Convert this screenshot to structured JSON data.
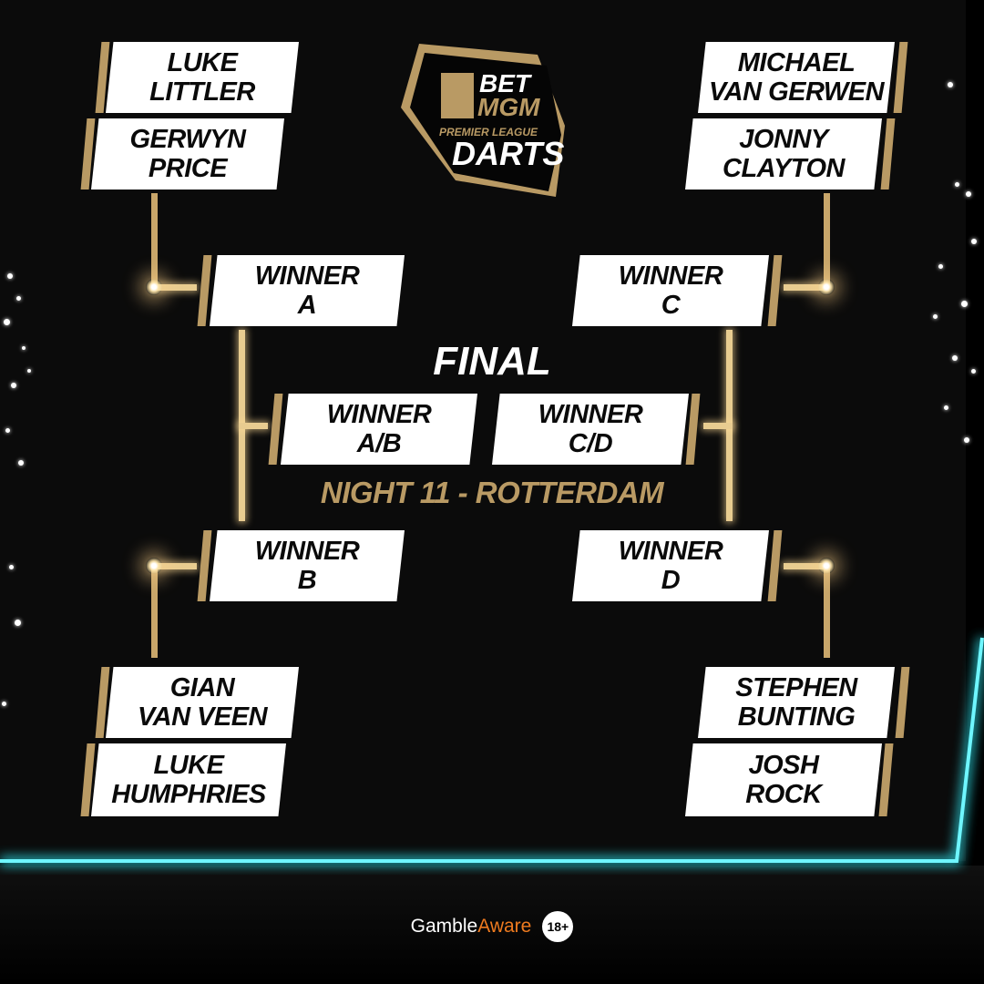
{
  "logo": {
    "brand_line1": "BET",
    "brand_line2": "MGM",
    "sub": "PREMIER LEAGUE",
    "title": "DARTS",
    "icon": "lion-icon"
  },
  "bracket": {
    "quarterfinals": [
      {
        "id": "A",
        "players": [
          [
            "LUKE",
            "LITTLER"
          ],
          [
            "GERWYN",
            "PRICE"
          ]
        ]
      },
      {
        "id": "C",
        "players": [
          [
            "MICHAEL",
            "VAN GERWEN"
          ],
          [
            "JONNY",
            "CLAYTON"
          ]
        ]
      },
      {
        "id": "B",
        "players": [
          [
            "GIAN",
            "VAN VEEN"
          ],
          [
            "LUKE",
            "HUMPHRIES"
          ]
        ]
      },
      {
        "id": "D",
        "players": [
          [
            "STEPHEN",
            "BUNTING"
          ],
          [
            "JOSH",
            "ROCK"
          ]
        ]
      }
    ],
    "semifinals": [
      {
        "line1": "WINNER",
        "line2": "A"
      },
      {
        "line1": "WINNER",
        "line2": "C"
      },
      {
        "line1": "WINNER",
        "line2": "B"
      },
      {
        "line1": "WINNER",
        "line2": "D"
      }
    ],
    "final": {
      "title": "FINAL",
      "left": {
        "line1": "WINNER",
        "line2": "A/B"
      },
      "right": {
        "line1": "WINNER",
        "line2": "C/D"
      }
    }
  },
  "event": "NIGHT 11 - ROTTERDAM",
  "footer": {
    "gamble": "Gamble",
    "aware": "Aware",
    "age": "18+"
  },
  "colors": {
    "gold": "#b99a64",
    "accent_cyan": "#2ee6f0",
    "background": "#0b0b0b",
    "gamble_aware_orange": "#ee7a1f"
  }
}
